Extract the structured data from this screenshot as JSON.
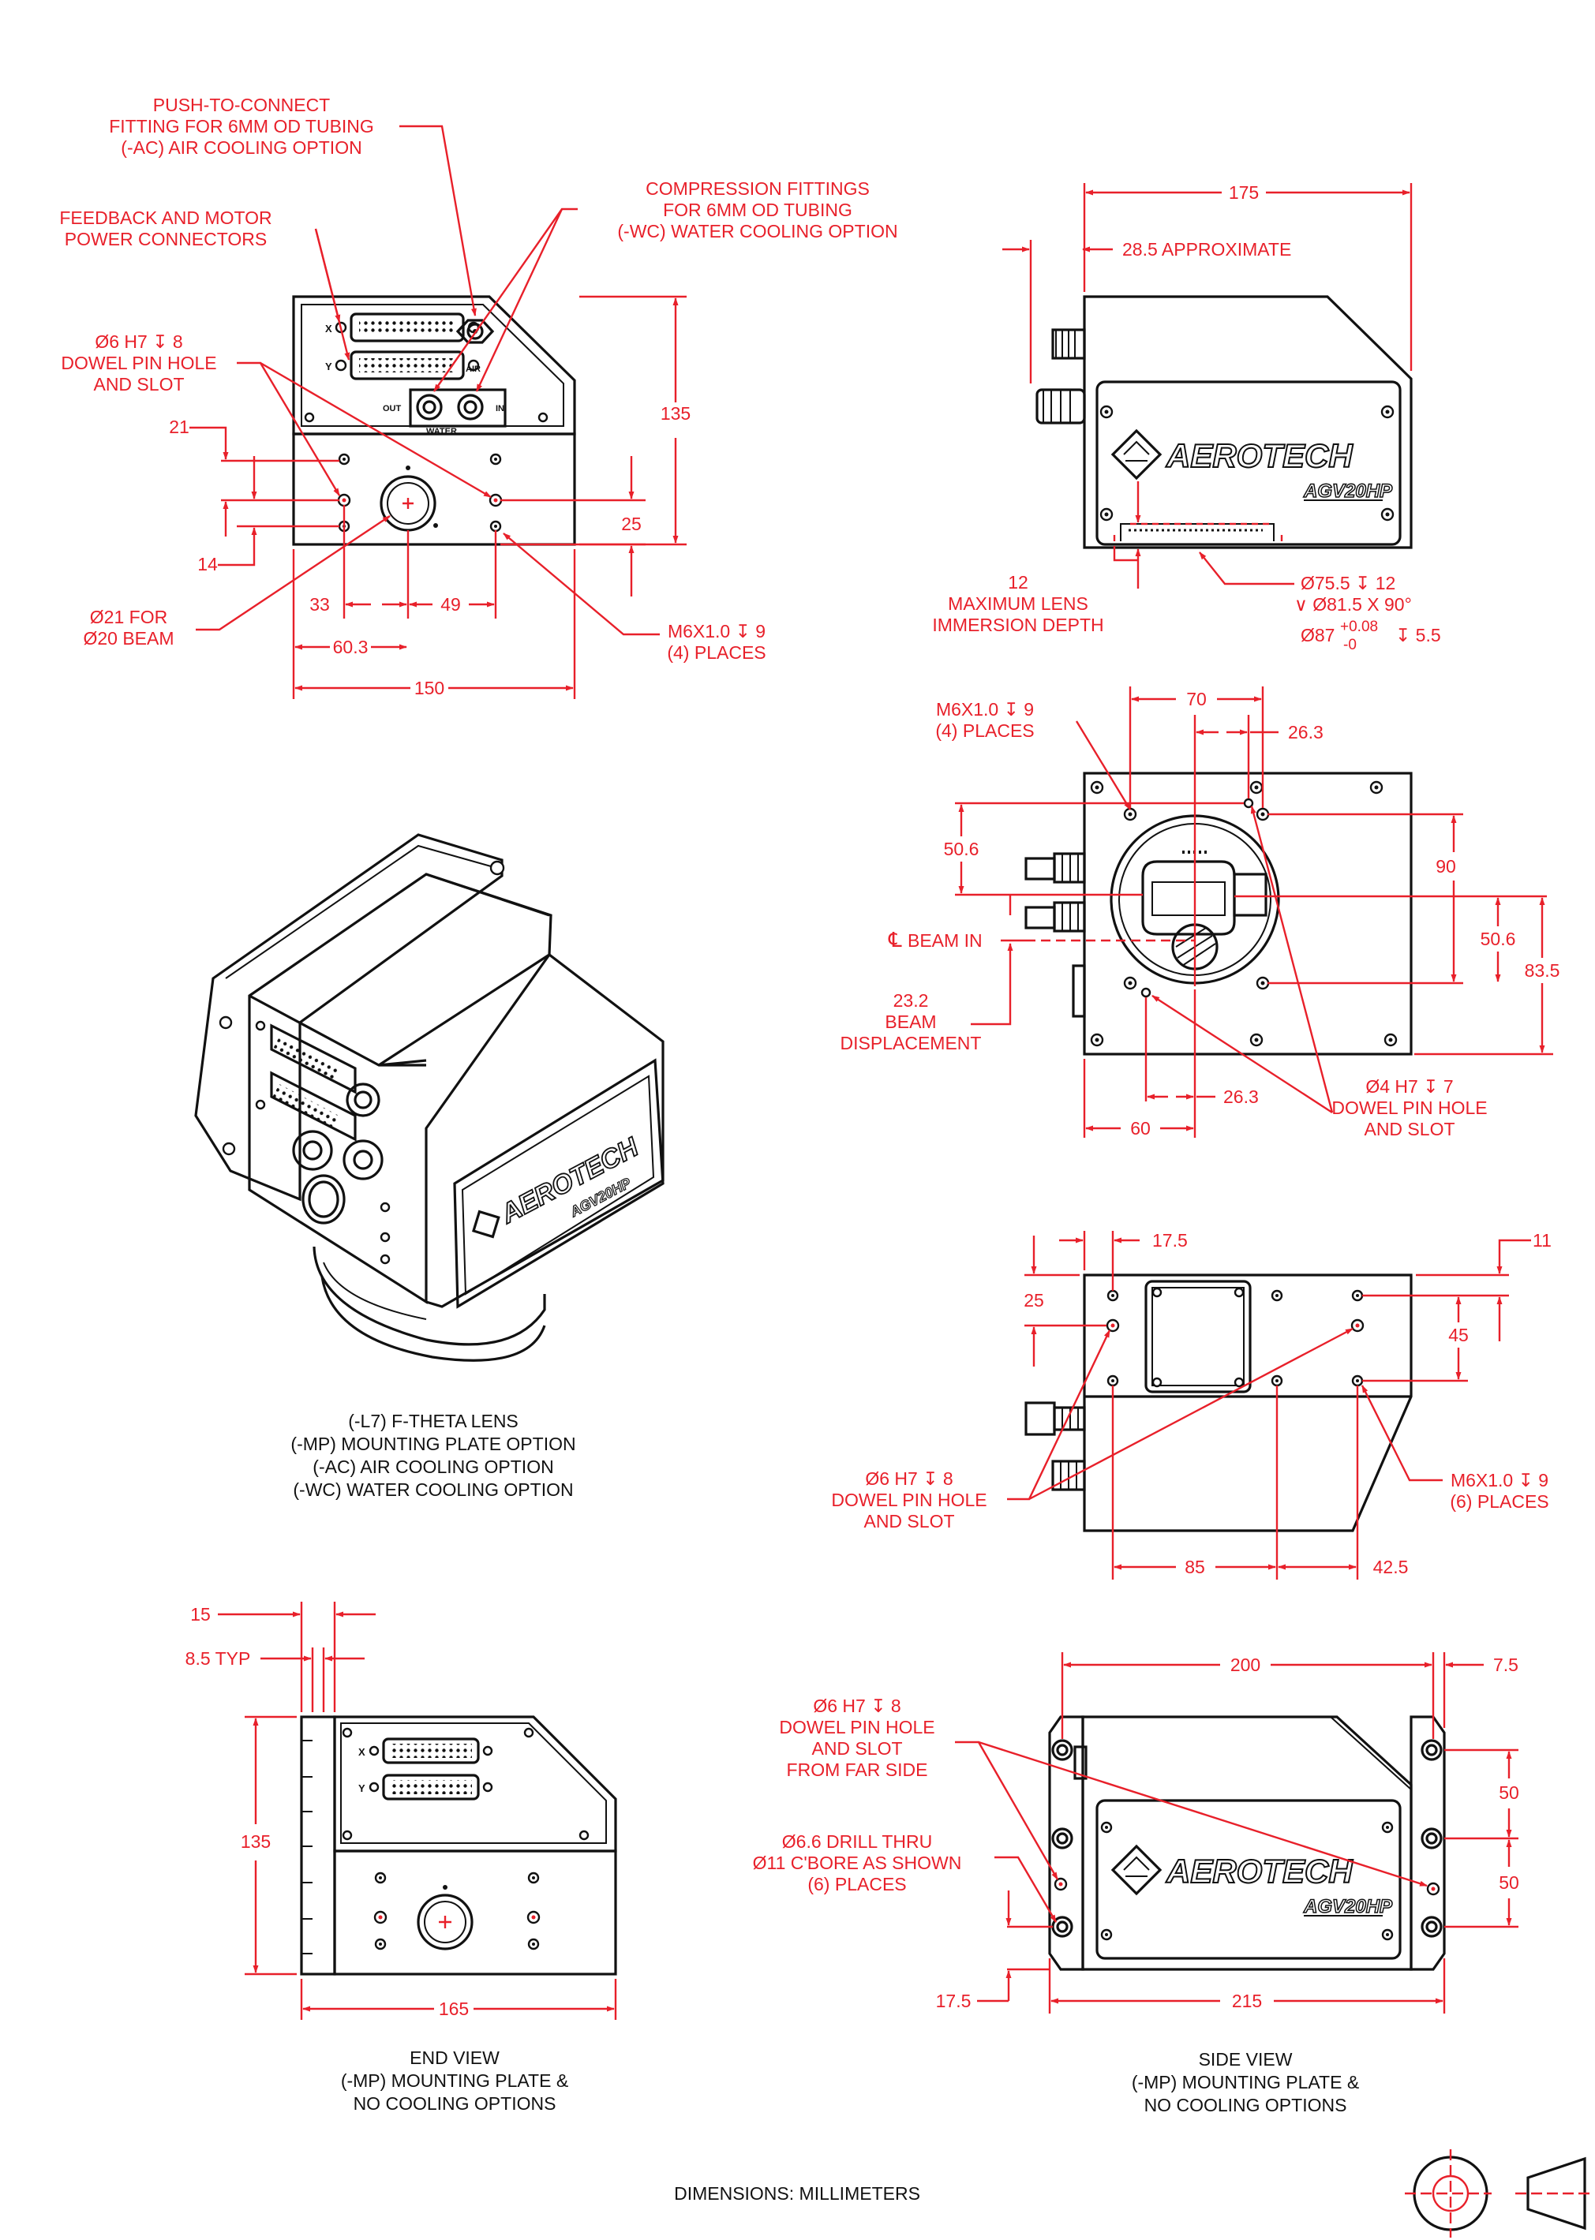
{
  "palette": {
    "dimension": "#e8202a",
    "outline": "#111111",
    "background": "#ffffff"
  },
  "brand": {
    "name": "AEROTECH",
    "model": "AGV20HP"
  },
  "end_view_top": {
    "callouts": {
      "push_line1": "PUSH-TO-CONNECT",
      "push_line2": "FITTING FOR 6MM OD TUBING",
      "push_line3": "(-AC) AIR COOLING OPTION",
      "feedback_line1": "FEEDBACK AND MOTOR",
      "feedback_line2": "POWER CONNECTORS",
      "compression_line1": "COMPRESSION FITTINGS",
      "compression_line2": "FOR 6MM OD TUBING",
      "compression_line3": "(-WC) WATER COOLING OPTION",
      "dowel_line1": "Ø6 H7 ↧ 8",
      "dowel_line2": "DOWEL PIN HOLE",
      "dowel_line3": "AND SLOT",
      "beam_line1": "Ø21 FOR",
      "beam_line2": "Ø20 BEAM",
      "thread_line1": "M6X1.0 ↧ 9",
      "thread_line2": "(4) PLACES"
    },
    "dims": {
      "d135": "135",
      "d21": "21",
      "d14": "14",
      "d25": "25",
      "d33": "33",
      "d49": "49",
      "d60_3": "60.3",
      "d150": "150"
    },
    "panel_labels": {
      "x": "X",
      "y": "Y",
      "air": "AIR",
      "out": "OUT",
      "in": "IN",
      "water": "WATER"
    }
  },
  "side_view_top": {
    "dims": {
      "d175": "175",
      "approx": "28.5 APPROXIMATE"
    },
    "immersion_line1": "12",
    "immersion_line2": "MAXIMUM LENS",
    "immersion_line3": "IMMERSION DEPTH",
    "bore_line1": "Ø75.5 ↧ 12",
    "bore_line2": "∨ Ø81.5 X 90°",
    "bore_line3_a": "Ø87",
    "bore_line3_tol_up": "+0.08",
    "bore_line3_tol_dn": "-0",
    "bore_line3_b": "↧ 5.5"
  },
  "bottom_view": {
    "thread_line1": "M6X1.0 ↧ 9",
    "thread_line2": "(4) PLACES",
    "dims": {
      "d70": "70",
      "d26_3a": "26.3",
      "d50_6a": "50.6",
      "d90": "90",
      "d50_6b": "50.6",
      "d83_5": "83.5",
      "d26_3b": "26.3",
      "d60": "60"
    },
    "beam_in": "BEAM IN",
    "centerline": "℄",
    "disp_line1": "23.2",
    "disp_line2": "BEAM",
    "disp_line3": "DISPLACEMENT",
    "dowel_line1": "Ø4 H7 ↧ 7",
    "dowel_line2": "DOWEL PIN HOLE",
    "dowel_line3": "AND SLOT"
  },
  "iso_caption": {
    "line1": "(-L7) F-THETA LENS",
    "line2": "(-MP) MOUNTING PLATE OPTION",
    "line3": "(-AC) AIR COOLING OPTION",
    "line4": "(-WC) WATER COOLING OPTION"
  },
  "top_view": {
    "dims": {
      "d17_5": "17.5",
      "d11": "11",
      "d25": "25",
      "d45": "45",
      "d85": "85",
      "d42_5": "42.5"
    },
    "dowel_line1": "Ø6 H7 ↧ 8",
    "dowel_line2": "DOWEL PIN HOLE",
    "dowel_line3": "AND SLOT",
    "thread_line1": "M6X1.0 ↧ 9",
    "thread_line2": "(6) PLACES"
  },
  "end_view_mp": {
    "dims": {
      "d15": "15",
      "d8_5": "8.5 TYP",
      "d135": "135",
      "d165": "165"
    },
    "title_line1": "END VIEW",
    "title_line2": "(-MP) MOUNTING PLATE &",
    "title_line3": "NO COOLING OPTIONS"
  },
  "side_view_mp": {
    "dims": {
      "d200": "200",
      "d7_5": "7.5",
      "d50a": "50",
      "d50b": "50",
      "d17_5": "17.5",
      "d215": "215"
    },
    "dowel_line1": "Ø6 H7 ↧ 8",
    "dowel_line2": "DOWEL PIN HOLE",
    "dowel_line3": "AND SLOT",
    "dowel_line4": "FROM FAR SIDE",
    "drill_line1": "Ø6.6 DRILL THRU",
    "drill_line2": "Ø11 C'BORE AS SHOWN",
    "drill_line3": "(6) PLACES",
    "title_line1": "SIDE VIEW",
    "title_line2": "(-MP) MOUNTING PLATE &",
    "title_line3": "NO COOLING OPTIONS"
  },
  "footer": {
    "units": "DIMENSIONS:  MILLIMETERS"
  }
}
